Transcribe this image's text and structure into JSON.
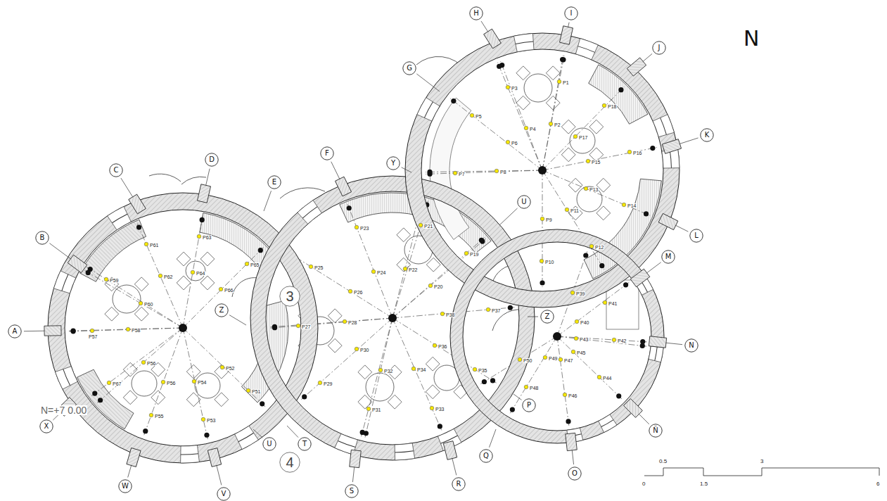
{
  "diagram": {
    "nodes": [
      {
        "text": [
          "H"
        ]
      },
      {
        "text": [
          "I"
        ]
      },
      {
        "text": [
          "J"
        ]
      },
      {
        "text": [
          "G"
        ]
      },
      {
        "text": [
          "K"
        ]
      },
      {
        "text": [
          "F"
        ]
      },
      {
        "text": [
          "D"
        ]
      },
      {
        "text": [
          "Y"
        ]
      },
      {
        "text": [
          "C"
        ]
      },
      {
        "text": [
          "E"
        ]
      },
      {
        "text": [
          "U"
        ]
      },
      {
        "text": [
          "L"
        ]
      },
      {
        "text": [
          "B"
        ]
      },
      {
        "text": [
          "M"
        ]
      },
      {
        "text": [
          "3"
        ]
      },
      {
        "text": [
          "Z"
        ]
      },
      {
        "text": [
          "Z"
        ]
      },
      {
        "text": [
          "A"
        ]
      },
      {
        "text": [
          "N"
        ]
      },
      {
        "text": [
          "P"
        ]
      },
      {
        "text": [
          "X"
        ]
      },
      {
        "text": [
          "Ñ"
        ]
      },
      {
        "text": [
          "U"
        ]
      },
      {
        "text": [
          "T"
        ]
      },
      {
        "text": [
          "Q"
        ]
      },
      {
        "text": [
          "4"
        ]
      },
      {
        "text": [
          "O"
        ]
      },
      {
        "text": [
          "R"
        ]
      },
      {
        "text": [
          "W"
        ]
      },
      {
        "text": [
          "S"
        ]
      },
      {
        "text": [
          "V"
        ]
      }
    ],
    "labels": [
      "P1",
      "P2",
      "P3",
      "P4",
      "P5",
      "P6",
      "P7",
      "P8",
      "P9",
      "P10",
      "P11",
      "P12",
      "P13",
      "P14",
      "P15",
      "P16",
      "P17",
      "P18",
      "P19",
      "P20",
      "P21",
      "P22",
      "P23",
      "P24",
      "P25",
      "P26",
      "P27",
      "P28",
      "P29",
      "P30",
      "P31",
      "P32",
      "P33",
      "P34",
      "P35",
      "P36",
      "P37",
      "P38",
      "P39",
      "P40",
      "P41",
      "P42",
      "P43",
      "P44",
      "P45",
      "P46",
      "P47",
      "P48",
      "P49",
      "P50",
      "P51",
      "P52",
      "P53",
      "P54",
      "P55",
      "P56",
      "P56",
      "P57",
      "P58",
      "P59",
      "P60",
      "P61",
      "P62",
      "P63",
      "P64",
      "P65",
      "P66",
      "P67",
      "N",
      "N=+7 0.00",
      "0",
      "0.5",
      "1.5",
      "3",
      "6"
    ]
  }
}
